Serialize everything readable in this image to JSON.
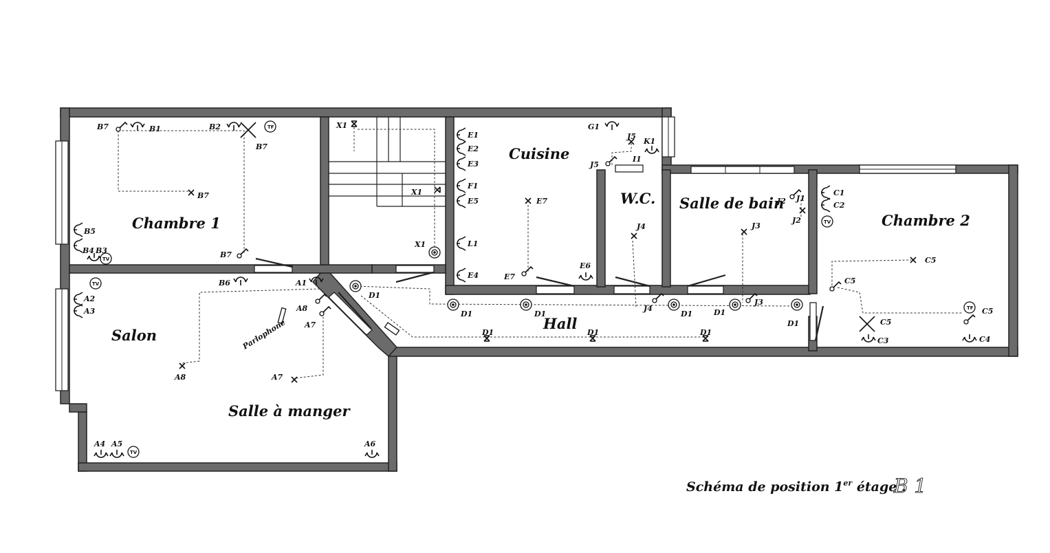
{
  "rooms": {
    "chambre1": "Chambre 1",
    "cuisine": "Cuisine",
    "wc": "W.C.",
    "salle_de_bain": "Salle de bain",
    "chambre2": "Chambre 2",
    "salon": "Salon",
    "hall": "Hall",
    "salle_a_manger": "Salle à manger"
  },
  "labels": {
    "B7": "B7",
    "B1": "B1",
    "B2": "B2",
    "B5": "B5",
    "B4": "B4",
    "B3": "B3",
    "B6": "B6",
    "X1": "X1",
    "E1": "E1",
    "E2": "E2",
    "E3": "E3",
    "F1": "F1",
    "E5": "E5",
    "L1": "L1",
    "E4": "E4",
    "E6": "E6",
    "E7": "E7",
    "G1": "G1",
    "J5": "J5",
    "K1": "K1",
    "I1": "I1",
    "J1": "J1",
    "J2": "J2",
    "J3": "J3",
    "J4": "J4",
    "C1": "C1",
    "C2": "C2",
    "C3": "C3",
    "C4": "C4",
    "C5": "C5",
    "A1": "A1",
    "A2": "A2",
    "A3": "A3",
    "A4": "A4",
    "A5": "A5",
    "A6": "A6",
    "A7": "A7",
    "A8": "A8",
    "D1": "D1",
    "parlophone": "Parlophone"
  },
  "socket_tags": {
    "tv": "TV",
    "tf": "TF"
  },
  "caption": {
    "text": "Schéma de position 1",
    "sup": "er",
    "text_end": " étage .",
    "handwritten": "B 1"
  },
  "icons": {
    "switch": "switch-icon",
    "outlet": "outlet-icon",
    "light_point": "light-point-icon",
    "ceiling_light": "ceiling-light-icon",
    "tv_socket": "tv-socket-icon",
    "phone_socket": "phone-socket-icon"
  }
}
